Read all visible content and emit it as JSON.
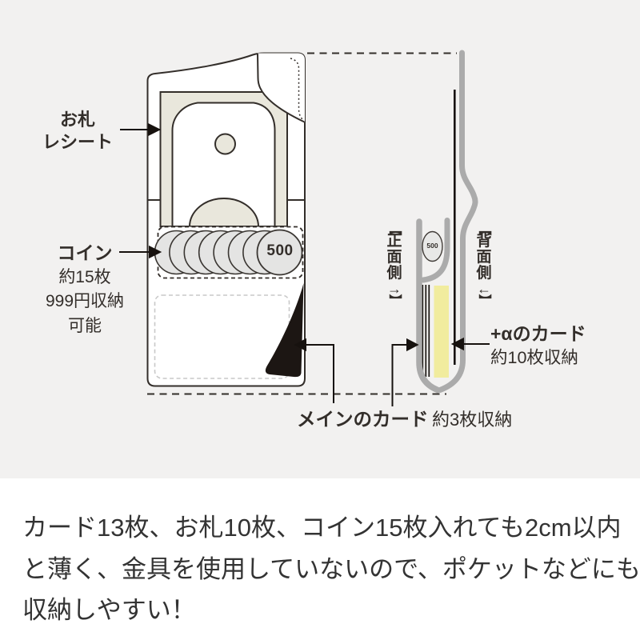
{
  "diagram": {
    "wallet_front": {
      "bills_line1": "お札",
      "bills_line2": "レシート",
      "coin_label": "コイン",
      "coin_note1": "約15枚",
      "coin_note2": "999円収納",
      "coin_note3": "可能",
      "coin_value": "500"
    },
    "side_view": {
      "front_side": {
        "bracket_open": "【",
        "char_1": "正",
        "char_2": "面",
        "char_3": "側",
        "arrow": "→",
        "bracket_close": "】"
      },
      "back_side": {
        "bracket_open": "【",
        "char_1": "背",
        "char_2": "面",
        "char_3": "側",
        "arrow": "←",
        "bracket_close": "】"
      },
      "coin_value": "500",
      "plus_alpha_label": "+αのカード",
      "plus_alpha_note": "約10枚収納"
    },
    "main_card_label": "メインのカード",
    "main_card_note": "約3枚収納"
  },
  "description": {
    "line1": "カード13枚、お札10枚、コイン15枚入れても2cm以内",
    "line2": "と薄く、金具を使用していないので、ポケットなどにも",
    "line3": "収納しやすい！"
  },
  "colors": {
    "diagram_background": "#f2f1f0",
    "outline": "#332e2a",
    "bill_beige": "#e9e7dc",
    "coin_gray": "#e4e4e3",
    "cross_section_gray": "#ababab",
    "card_yellow": "#f1ec9e",
    "slot_black": "#1c1613",
    "dashed_pocket_gray": "#c9c9c9",
    "text": "#333333"
  }
}
